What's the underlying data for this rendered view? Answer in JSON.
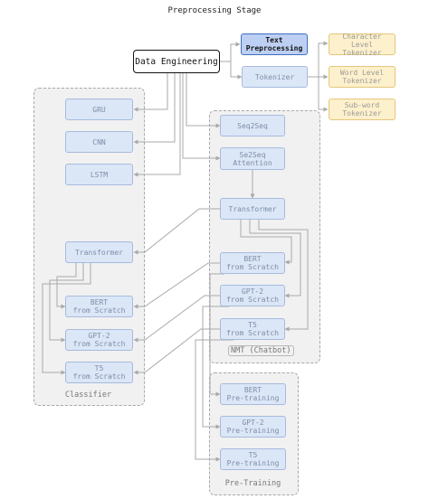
{
  "title": "Preprocessing Stage",
  "nodes": {
    "data_engineering": "Data Engineering",
    "text_preprocessing": "Text\nPreprocessing",
    "tokenizer": "Tokenizer",
    "char_tokenizer": "Character Level\nTokenizer",
    "word_tokenizer": "Word Level\nTokenizer",
    "subword_tokenizer": "Sub-word\nTokenizer",
    "cls_gru": "GRU",
    "cls_cnn": "CNN",
    "cls_lstm": "LSTM",
    "cls_transformer": "Transformer",
    "cls_bert": "BERT\nfrom Scratch",
    "cls_gpt2": "GPT-2\nfrom Scratch",
    "cls_t5": "T5\nfrom Scratch",
    "nmt_seq2seq": "Seq2Seq",
    "nmt_seq2seq_attn": "Se2Seq\nAttention",
    "nmt_transformer": "Transformer",
    "nmt_bert": "BERT\nfrom Scratch",
    "nmt_gpt2": "GPT-2\nfrom Scratch",
    "nmt_t5": "T5\nfrom Scratch",
    "pt_bert": "BERT\nPre-training",
    "pt_gpt2": "GPT-2\nPre-training",
    "pt_t5": "T5\nPre-training"
  },
  "groups": {
    "classifier": "Classifier",
    "nmt": "NMT (Chatbot)",
    "pretraining": "Pre-Training"
  },
  "colors": {
    "node_fill": "#dbe6f7",
    "node_border": "#a7bbdd",
    "tokenizer_fill": "#fdf0cc",
    "active_border": "#3f6fc1",
    "edge": "#a9a9a9"
  }
}
